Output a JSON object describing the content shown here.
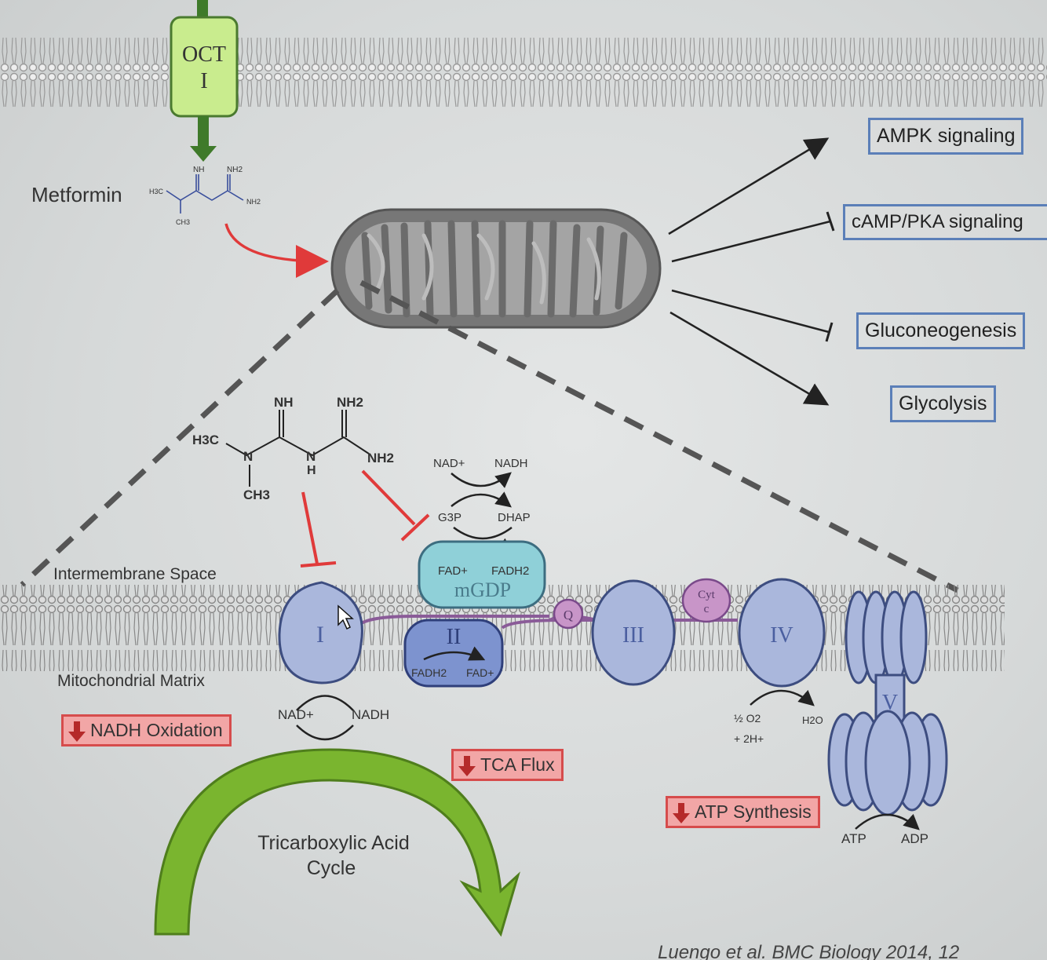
{
  "transporter": {
    "line1": "OCT",
    "line2": "I"
  },
  "drug": {
    "name": "Metformin"
  },
  "structure_small": {
    "nh1": "NH",
    "nh2": "NH2",
    "h3c": "H3C",
    "ch3": "CH3"
  },
  "structure_large": {
    "nh1": "NH",
    "nh2": "NH2",
    "h3c": "H3C",
    "n1": "N",
    "n2": "N",
    "h": "H",
    "ch3": "CH3"
  },
  "outputs": {
    "ampk": "AMPK signaling",
    "camp": "cAMP/PKA signaling",
    "gluconeogenesis": "Gluconeogenesis",
    "glycolysis": "Glycolysis"
  },
  "regions": {
    "intermembrane": "Intermembrane Space",
    "matrix": "Mitochondrial Matrix"
  },
  "g3p_shuttle": {
    "nad_plus": "NAD+",
    "nadh": "NADH",
    "g3p": "G3P",
    "dhap": "DHAP",
    "fad_plus": "FAD+",
    "fadh2": "FADH2",
    "mgdp": "mGDP"
  },
  "complexes": {
    "c1": "I",
    "c2": "II",
    "c3": "III",
    "c4": "IV",
    "c5": "V",
    "q": "Q",
    "cyt_line1": "Cyt",
    "cyt_line2": "c"
  },
  "complex2_reaction": {
    "fadh2": "FADH2",
    "fad_plus": "FAD+"
  },
  "complex1_reaction": {
    "nad_plus": "NAD+",
    "nadh": "NADH"
  },
  "complex4_reaction": {
    "o2": "½ O2",
    "h": "+ 2H+",
    "h2o": "H2O"
  },
  "complex5_reaction": {
    "atp": "ATP",
    "adp": "ADP"
  },
  "effects": {
    "nadh_oxidation": "NADH Oxidation",
    "tca_flux": "TCA Flux",
    "atp_synthesis": "ATP Synthesis"
  },
  "tca": {
    "line1": "Tricarboxylic Acid",
    "line2": "Cycle"
  },
  "citation": "Luengo et al. BMC Biology 2014, 12",
  "colors": {
    "green_arrow": "#7ab52f",
    "inhibit_red": "#e03a3a",
    "complex_blue": "#aab7dc",
    "mgdp_teal": "#8fd0d8",
    "box_border": "#5b7fb8"
  }
}
